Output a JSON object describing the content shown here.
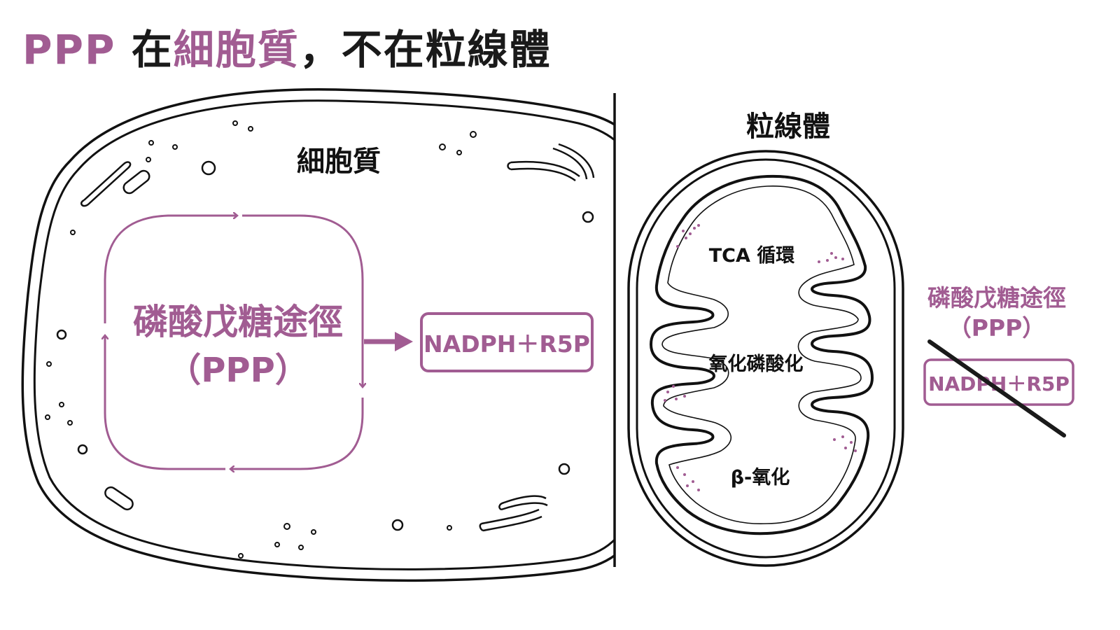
{
  "title": {
    "part1": "PPP",
    "part2": "在",
    "part3": "細胞質",
    "part4": "，不在粒線體"
  },
  "cytoplasm": {
    "label": "細胞質",
    "ppp_name": "磷酸戊糖途徑",
    "ppp_abbr": "（PPP）",
    "product": "NADPH＋R5P"
  },
  "mitochondrion": {
    "label": "粒線體",
    "processes": [
      "TCA 循環",
      "氧化磷酸化",
      "β-氧化"
    ]
  },
  "excluded": {
    "ppp_name": "磷酸戊糖途徑",
    "ppp_abbr": "（PPP）",
    "product": "NADPH＋R5P"
  },
  "colors": {
    "accent": "#a15c92",
    "line": "#111111"
  }
}
